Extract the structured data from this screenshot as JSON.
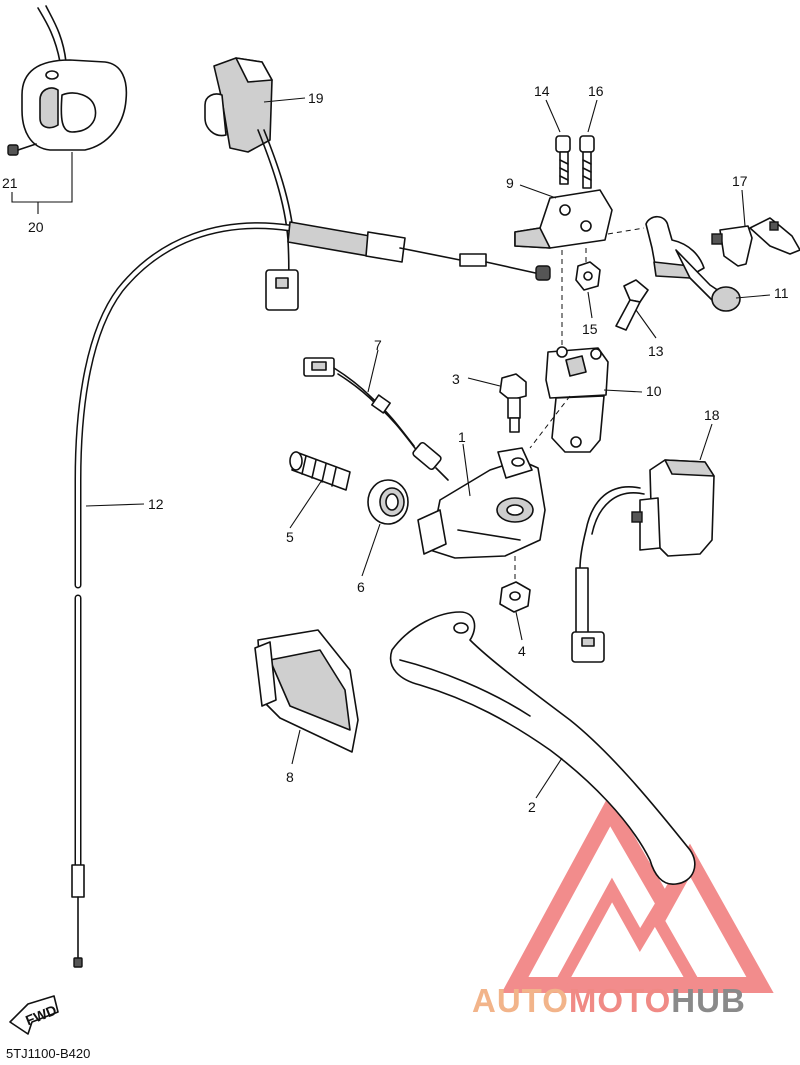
{
  "diagram": {
    "code": "5TJ1100-B420",
    "fwd_label": "FWD",
    "callouts": [
      {
        "id": "c1",
        "text": "1"
      },
      {
        "id": "c2",
        "text": "2"
      },
      {
        "id": "c3",
        "text": "3"
      },
      {
        "id": "c4",
        "text": "4"
      },
      {
        "id": "c5",
        "text": "5"
      },
      {
        "id": "c6",
        "text": "6"
      },
      {
        "id": "c7",
        "text": "7"
      },
      {
        "id": "c8",
        "text": "8"
      },
      {
        "id": "c9",
        "text": "9"
      },
      {
        "id": "c10",
        "text": "10"
      },
      {
        "id": "c11",
        "text": "11"
      },
      {
        "id": "c12",
        "text": "12"
      },
      {
        "id": "c13",
        "text": "13"
      },
      {
        "id": "c14",
        "text": "14"
      },
      {
        "id": "c15",
        "text": "15"
      },
      {
        "id": "c16",
        "text": "16"
      },
      {
        "id": "c17",
        "text": "17"
      },
      {
        "id": "c18",
        "text": "18"
      },
      {
        "id": "c19",
        "text": "19"
      },
      {
        "id": "c20",
        "text": "20"
      },
      {
        "id": "c21",
        "text": "21"
      }
    ]
  },
  "watermark": {
    "part1": "AUTO",
    "part2": "MOTO",
    "part3": "HUB",
    "colors": {
      "auto": "#f2b48a",
      "moto": "#f08a85",
      "hub": "#8a8a8a",
      "logo": "#f07878"
    }
  }
}
